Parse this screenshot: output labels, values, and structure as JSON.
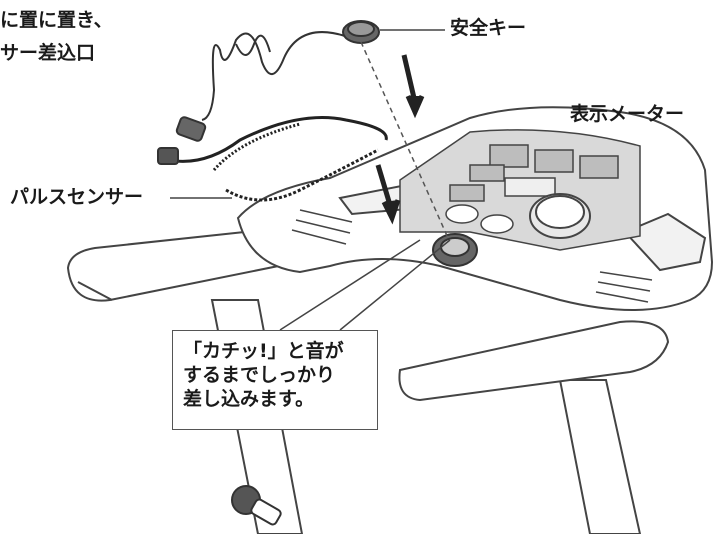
{
  "labels": {
    "top_left_line1": "に置に置き、",
    "top_left_line2": "サー差込口",
    "safety_key": "安全キー",
    "display_meter": "表示メーター",
    "pulse_sensor": "パルスセンサー"
  },
  "callout": {
    "line1": "「カチッ!」と音が",
    "line2": "するまでしっかり",
    "line3": "差し込みます。"
  },
  "colors": {
    "ink": "#1a1a1a",
    "line": "#555555",
    "panel": "#d9d9d9",
    "dark": "#333333"
  }
}
